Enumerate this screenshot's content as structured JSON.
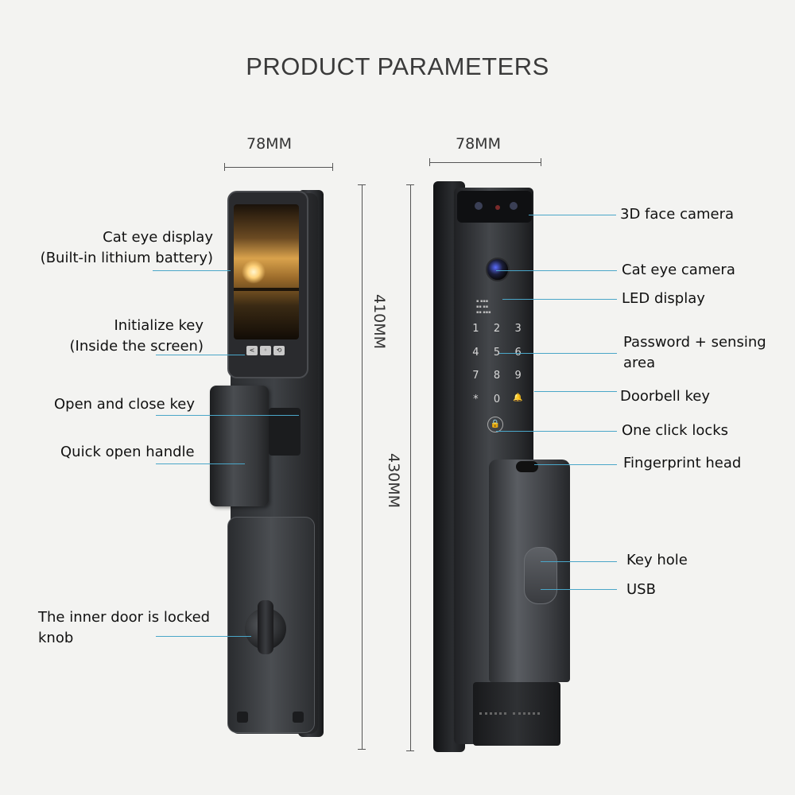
{
  "title": "PRODUCT PARAMETERS",
  "dimensions": {
    "left_width": "78MM",
    "right_width": "78MM",
    "left_height": "410MM",
    "right_height": "430MM"
  },
  "left_labels": [
    {
      "line1": "Cat eye display",
      "line2": "(Built-in lithium battery)"
    },
    {
      "line1": "Initialize key",
      "line2": "(Inside the screen)"
    },
    {
      "line1": "Open and close key",
      "line2": ""
    },
    {
      "line1": "Quick open handle",
      "line2": ""
    },
    {
      "line1": "The inner door is locked",
      "line2": "knob"
    }
  ],
  "right_labels": [
    {
      "line1": "3D face camera",
      "line2": ""
    },
    {
      "line1": "Cat eye camera",
      "line2": ""
    },
    {
      "line1": "LED display",
      "line2": ""
    },
    {
      "line1": "Password + sensing",
      "line2": "area"
    },
    {
      "line1": "Doorbell key",
      "line2": ""
    },
    {
      "line1": "One click locks",
      "line2": ""
    },
    {
      "line1": "Fingerprint head",
      "line2": ""
    },
    {
      "line1": "Key hole",
      "line2": ""
    },
    {
      "line1": "USB",
      "line2": ""
    }
  ],
  "keypad": {
    "keys": [
      "1",
      "2",
      "3",
      "4",
      "5",
      "6",
      "7",
      "8",
      "9",
      "*",
      "0",
      "🔔"
    ]
  },
  "colors": {
    "leader_line": "#4aa6c8",
    "background": "#f3f3f1",
    "lock_body": "#2c2e31"
  }
}
